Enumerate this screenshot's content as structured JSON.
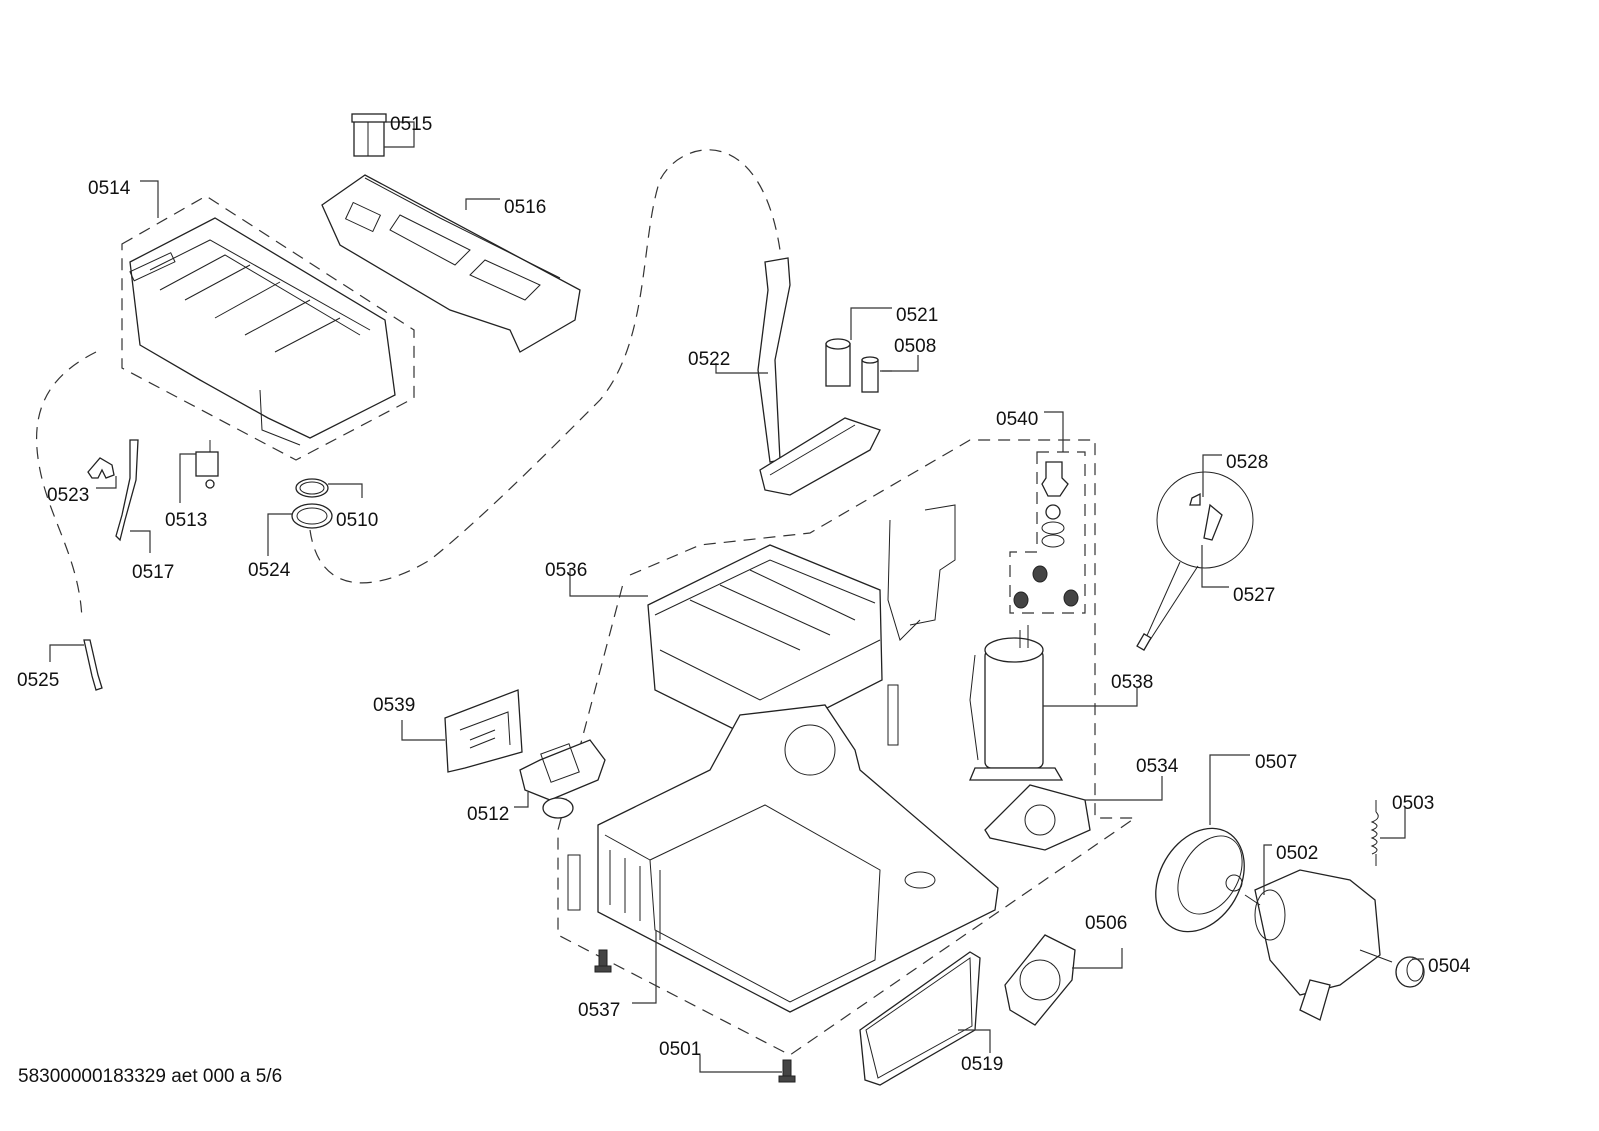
{
  "diagram": {
    "title": "Exploded parts diagram",
    "footer_code": "58300000183329 aet 000 a 5/6",
    "parts": [
      {
        "id": "0501",
        "label": "0501"
      },
      {
        "id": "0502",
        "label": "0502"
      },
      {
        "id": "0503",
        "label": "0503"
      },
      {
        "id": "0504",
        "label": "0504"
      },
      {
        "id": "0506",
        "label": "0506"
      },
      {
        "id": "0507",
        "label": "0507"
      },
      {
        "id": "0508",
        "label": "0508"
      },
      {
        "id": "0510",
        "label": "0510"
      },
      {
        "id": "0512",
        "label": "0512"
      },
      {
        "id": "0513",
        "label": "0513"
      },
      {
        "id": "0514",
        "label": "0514"
      },
      {
        "id": "0515",
        "label": "0515"
      },
      {
        "id": "0516",
        "label": "0516"
      },
      {
        "id": "0517",
        "label": "0517"
      },
      {
        "id": "0519",
        "label": "0519"
      },
      {
        "id": "0521",
        "label": "0521"
      },
      {
        "id": "0522",
        "label": "0522"
      },
      {
        "id": "0523",
        "label": "0523"
      },
      {
        "id": "0524",
        "label": "0524"
      },
      {
        "id": "0525",
        "label": "0525"
      },
      {
        "id": "0527",
        "label": "0527"
      },
      {
        "id": "0528",
        "label": "0528"
      },
      {
        "id": "0534",
        "label": "0534"
      },
      {
        "id": "0536",
        "label": "0536"
      },
      {
        "id": "0537",
        "label": "0537"
      },
      {
        "id": "0538",
        "label": "0538"
      },
      {
        "id": "0539",
        "label": "0539"
      },
      {
        "id": "0540",
        "label": "0540"
      }
    ]
  }
}
